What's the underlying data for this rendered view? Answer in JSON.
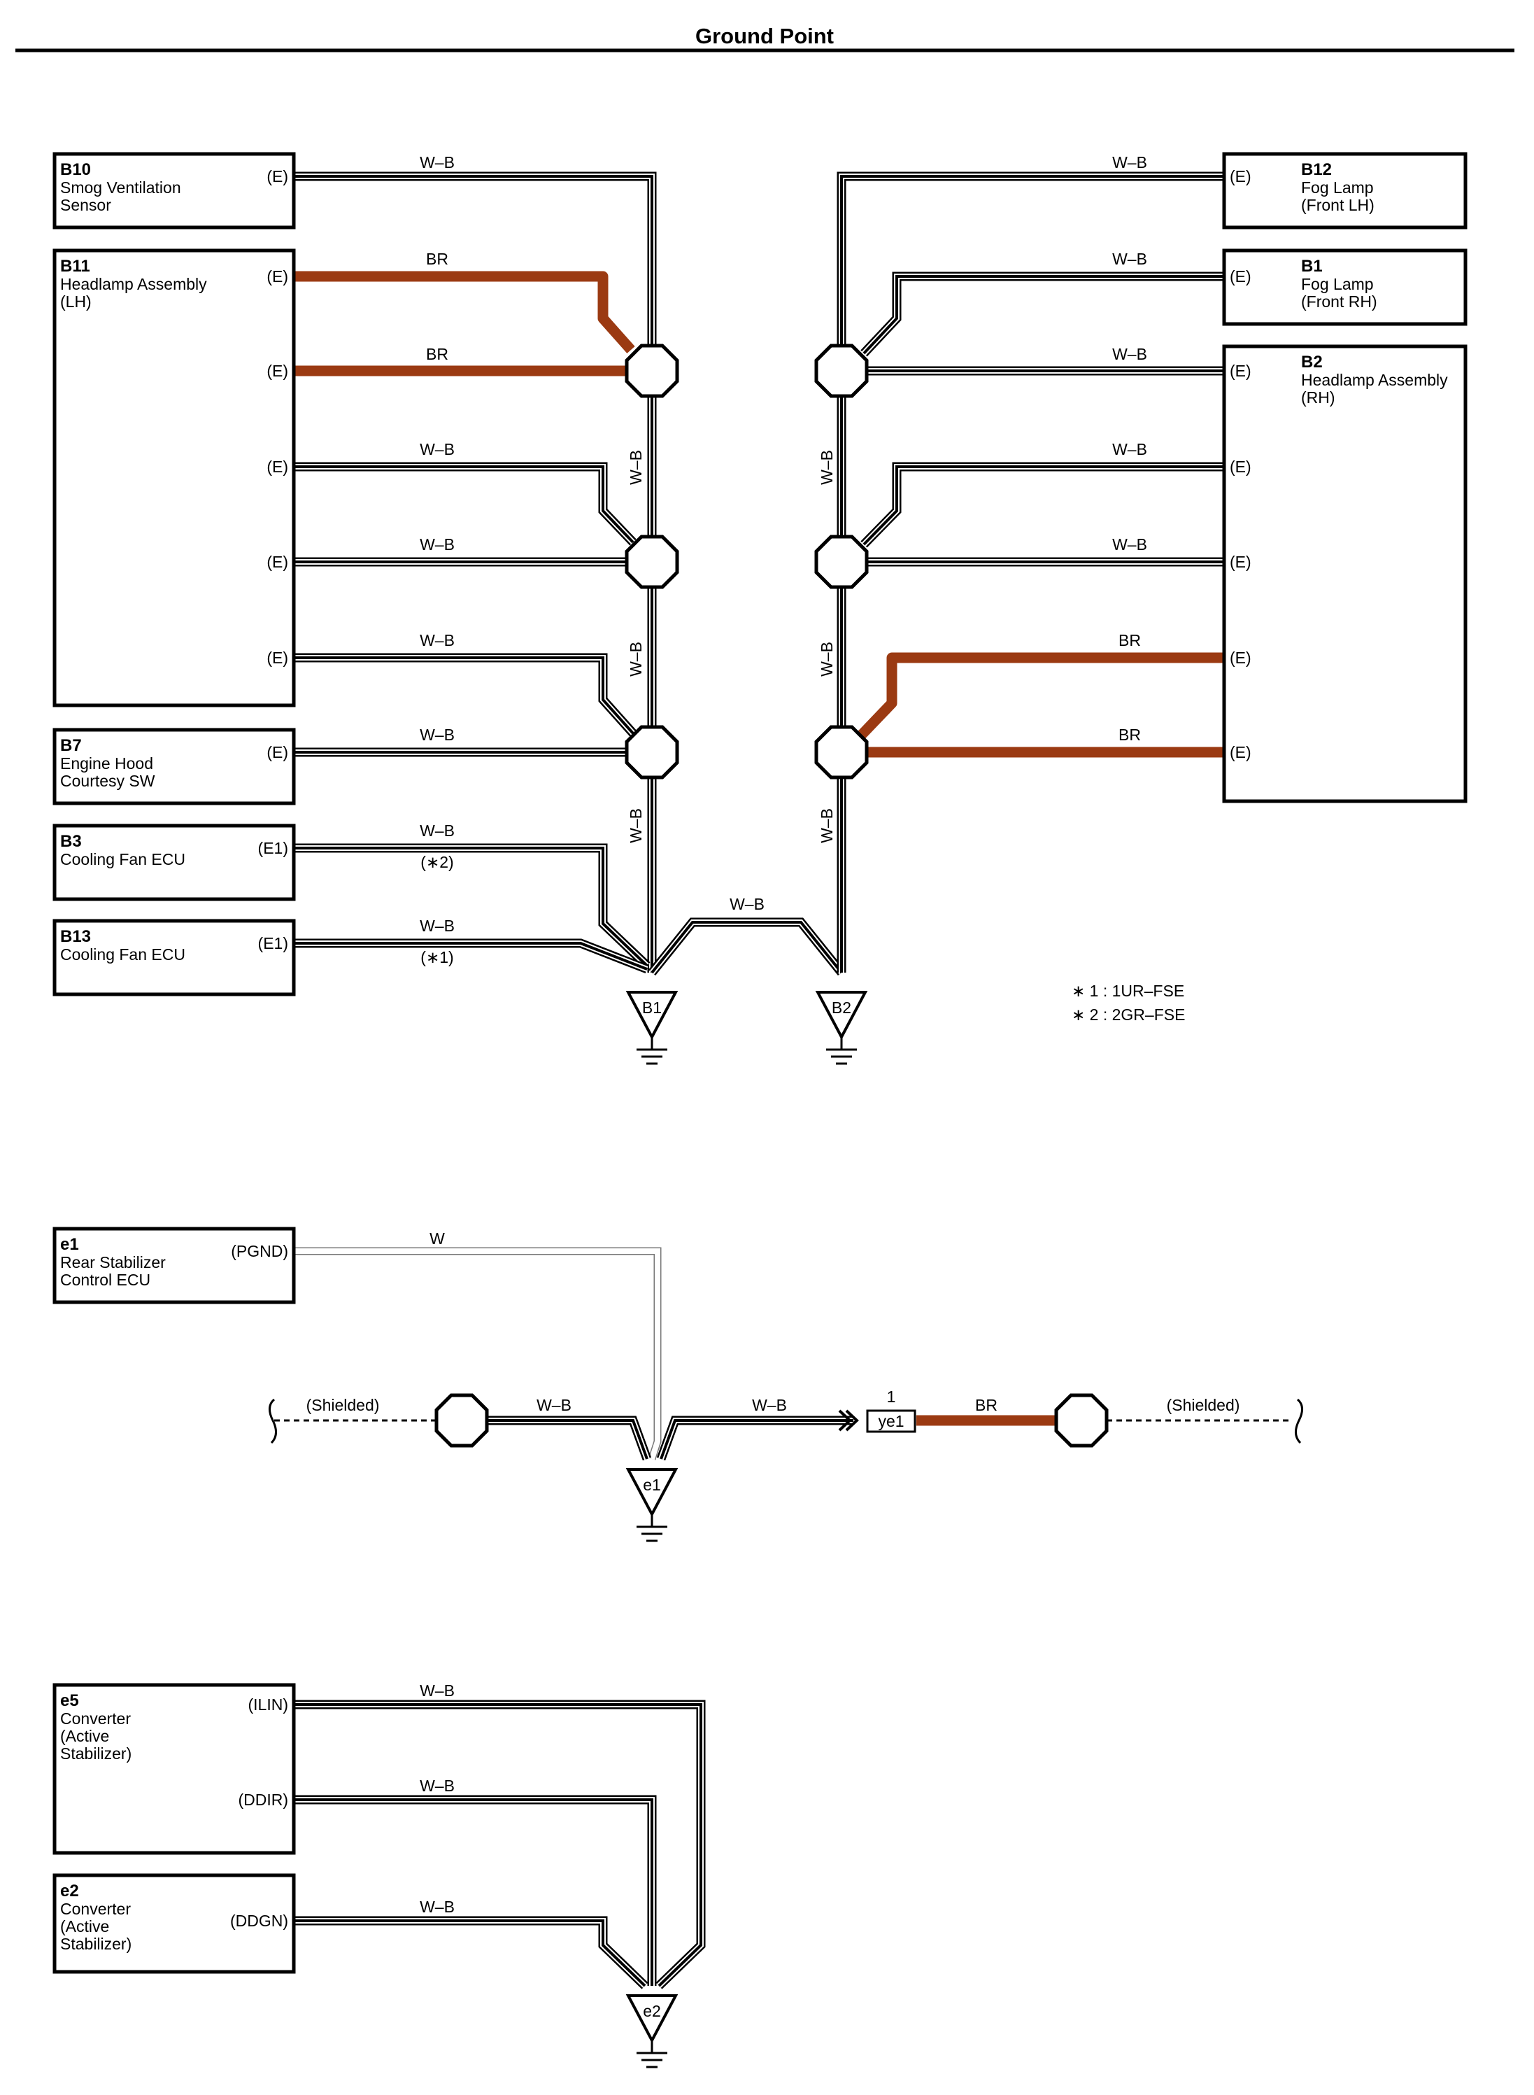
{
  "title": "Ground Point",
  "colors": {
    "wb_core": "#000000",
    "br": "#9b3a12",
    "w_outline": "#888888"
  },
  "components": [
    {
      "code": "B10",
      "name": "Smog Ventilation\nSensor",
      "pins": [
        "(E)"
      ]
    },
    {
      "code": "B11",
      "name": "Headlamp Assembly\n(LH)",
      "pins": [
        "(E)",
        "(E)",
        "(E)",
        "(E)",
        "(E)"
      ]
    },
    {
      "code": "B7",
      "name": "Engine Hood\nCourtesy SW",
      "pins": [
        "(E)"
      ]
    },
    {
      "code": "B3",
      "name": "Cooling Fan ECU",
      "pins": [
        "(E1)"
      ]
    },
    {
      "code": "B13",
      "name": "Cooling Fan ECU",
      "pins": [
        "(E1)"
      ]
    },
    {
      "code": "B12",
      "name": "Fog Lamp\n(Front LH)",
      "pins": [
        "(E)"
      ]
    },
    {
      "code": "B1",
      "name": "Fog Lamp\n(Front RH)",
      "pins": [
        "(E)"
      ]
    },
    {
      "code": "B2",
      "name": "Headlamp Assembly\n(RH)",
      "pins": [
        "(E)",
        "(E)",
        "(E)",
        "(E)",
        "(E)"
      ]
    },
    {
      "code": "e1",
      "name": "Rear Stabilizer\nControl ECU",
      "pins": [
        "(PGND)"
      ]
    },
    {
      "code": "e5",
      "name": "Converter\n(Active\n Stabilizer)",
      "pins": [
        "(ILIN)",
        "(DDIR)"
      ]
    },
    {
      "code": "e2",
      "name": "Converter\n(Active\n Stabilizer)",
      "pins": [
        "(DDGN)"
      ]
    }
  ],
  "wire_labels": {
    "wb": "W–B",
    "br": "BR",
    "w": "W",
    "shielded": "(Shielded)",
    "note_2": "(∗2)",
    "note_1": "(∗1)"
  },
  "grounds": [
    "B1",
    "B2",
    "e1",
    "e2"
  ],
  "connector": {
    "code": "ye1",
    "pin": "1"
  },
  "notes": [
    "∗ 1 : 1UR–FSE",
    "∗ 2 : 2GR–FSE"
  ]
}
